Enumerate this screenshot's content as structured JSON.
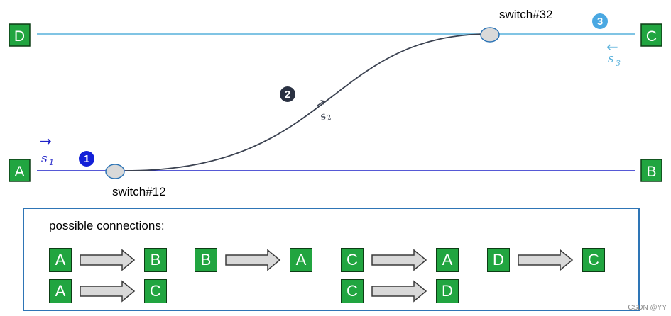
{
  "colors": {
    "terminal_green": "#21a540",
    "track_a_b": "#1f22c8",
    "track_d_c": "#56b0db",
    "track_switch": "#3b4251",
    "legend_border": "#2e75b6",
    "marker1": "#1320d8",
    "marker2": "#2a3142",
    "marker3": "#4aa8e2"
  },
  "terminals": {
    "A": "A",
    "B": "B",
    "C": "C",
    "D": "D"
  },
  "switches": {
    "upper": "switch#32",
    "lower": "switch#12"
  },
  "markers": [
    "1",
    "2",
    "3"
  ],
  "vectors": {
    "s1": {
      "arrow": "→",
      "base": "s",
      "sub": "1"
    },
    "s2": {
      "arrow": "→",
      "base": "s",
      "sub": "2"
    },
    "s3": {
      "arrow": "←",
      "base": "s",
      "sub": "3"
    }
  },
  "legend": {
    "title": "possible connections:",
    "connections": [
      {
        "from": "A",
        "to": "B"
      },
      {
        "from": "B",
        "to": "A"
      },
      {
        "from": "C",
        "to": "A"
      },
      {
        "from": "D",
        "to": "C"
      },
      {
        "from": "A",
        "to": "C"
      },
      {
        "from": "C",
        "to": "D"
      }
    ]
  },
  "watermark": "CSDN @YY"
}
